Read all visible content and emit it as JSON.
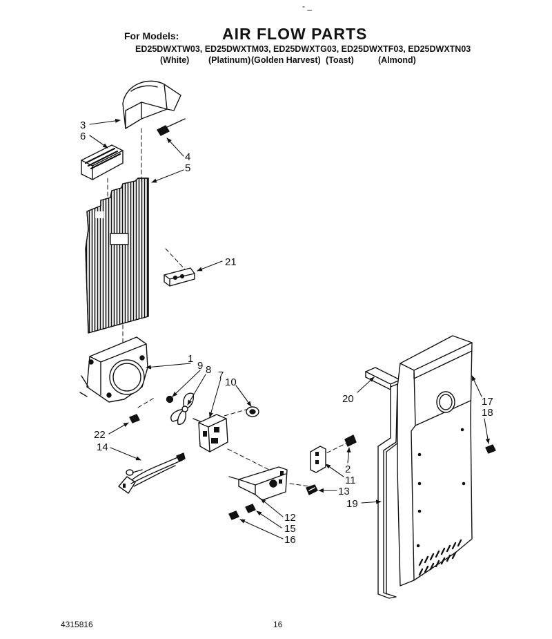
{
  "header": {
    "for_models_label": "For Models:",
    "title": "AIR FLOW PARTS",
    "models_line": "ED25DWXTW03, ED25DWXTM03, ED25DWXTG03, ED25DWXTF03, ED25DWXTN03",
    "finishes": [
      "(White)",
      "(Platinum)",
      "(Golden Harvest)",
      "(Toast)",
      "(Almond)"
    ]
  },
  "callouts": {
    "c1": "1",
    "c2": "2",
    "c3": "3",
    "c4": "4",
    "c5": "5",
    "c6": "6",
    "c7": "7",
    "c8": "8",
    "c9": "9",
    "c10": "10",
    "c11": "11",
    "c12": "12",
    "c13": "13",
    "c14": "14",
    "c15": "15",
    "c16": "16",
    "c17": "17",
    "c18": "18",
    "c19": "19",
    "c20": "20",
    "c21": "21",
    "c22": "22"
  },
  "footer": {
    "doc_number": "4315816",
    "page_number": "16"
  },
  "colors": {
    "ink": "#111111",
    "paper": "#ffffff"
  }
}
